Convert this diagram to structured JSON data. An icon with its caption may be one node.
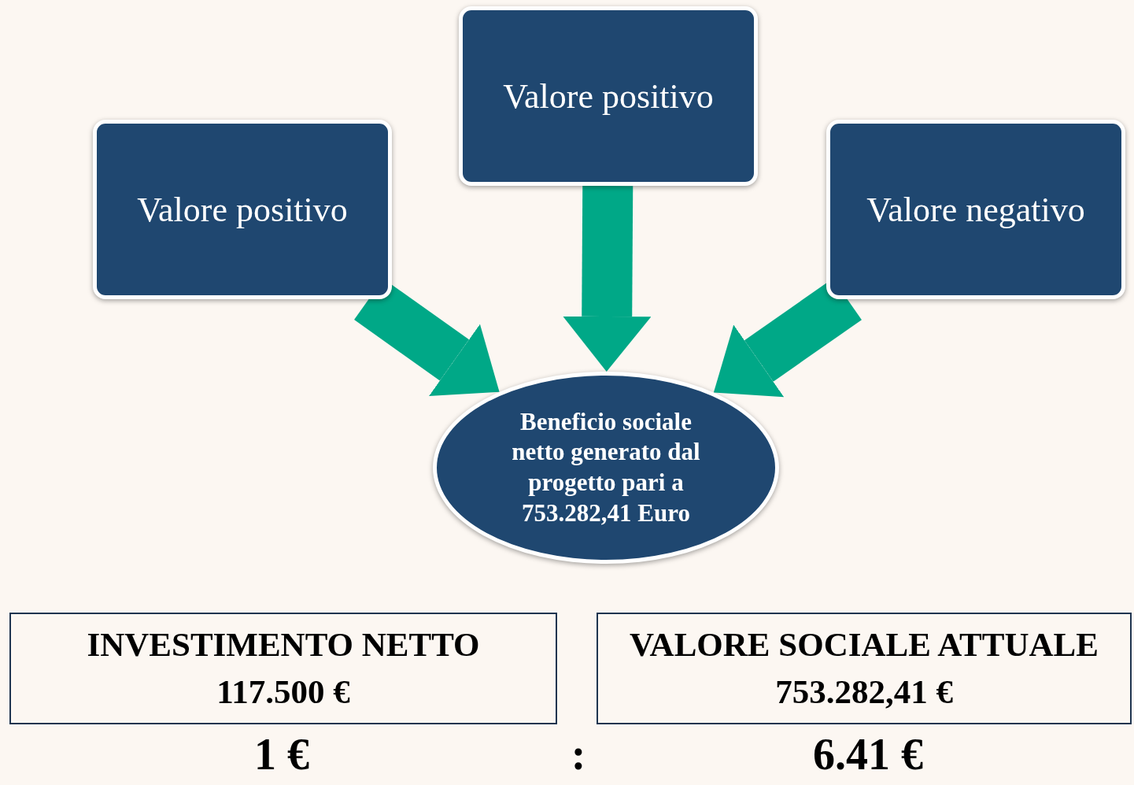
{
  "diagram": {
    "nodes": [
      {
        "text": [
          "Valore positivo"
        ]
      },
      {
        "text": [
          "Valore positivo"
        ]
      },
      {
        "text": [
          "Valore negativo"
        ]
      },
      {
        "text": [
          "Beneficio sociale netto generato dal progetto pari a 753.282,41 Euro"
        ]
      },
      {
        "text": [
          "INVESTIMENTO NETTO",
          "117.500 €"
        ]
      },
      {
        "text": [
          "VALORE SOCIALE ATTUALE",
          "753.282,41 €"
        ]
      }
    ],
    "edges": [
      {
        "from": 0,
        "to": 3,
        "arrow": "to"
      },
      {
        "from": 1,
        "to": 3,
        "arrow": "to"
      },
      {
        "from": 2,
        "to": 3,
        "arrow": "to"
      }
    ],
    "labels": [
      "1 €",
      ":",
      "6.41 €"
    ]
  }
}
